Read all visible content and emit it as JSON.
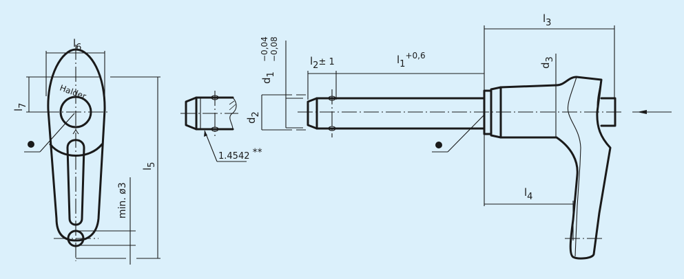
{
  "drawing": {
    "views": [
      "front-view-handle",
      "pin-tip-detail",
      "side-view-assembly"
    ],
    "colors": {
      "background": "#dbf0fb",
      "line": "#1a1a1a"
    }
  },
  "dimensions": {
    "l1": {
      "name": "l",
      "sub": "1",
      "tolerance": "+0,6"
    },
    "l2": {
      "name": "l",
      "sub": "2",
      "tolerance": "± 1"
    },
    "l3": {
      "name": "l",
      "sub": "3"
    },
    "l4": {
      "name": "l",
      "sub": "4"
    },
    "l5": {
      "name": "l",
      "sub": "5"
    },
    "l6": {
      "name": "l",
      "sub": "6"
    },
    "l7": {
      "name": "l",
      "sub": "7"
    },
    "d1": {
      "name": "d",
      "sub": "1",
      "tol_upper": "−0,04",
      "tol_lower": "−0,08"
    },
    "d2": {
      "name": "d",
      "sub": "2"
    },
    "d3": {
      "name": "d",
      "sub": "3"
    }
  },
  "annotations": {
    "brand": "Halder",
    "hole_note": "min. ø3",
    "material": "1.4542",
    "material_note": "**"
  }
}
